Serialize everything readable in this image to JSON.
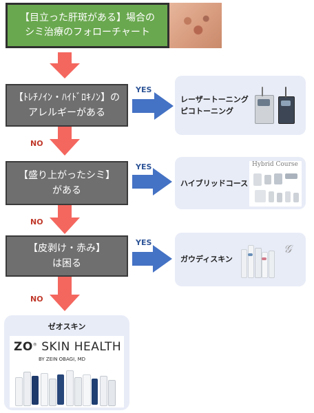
{
  "title": {
    "line1": "【目立った肝斑がある】場合の",
    "line2": "シミ治療のフォローチャート"
  },
  "questions": [
    {
      "line1": "【ﾄﾚﾁﾉｲﾝ・ﾊｲﾄﾞﾛｷﾉﾝ】の",
      "line2": "アレルギーがある"
    },
    {
      "line1": "【盛り上がったシミ】",
      "line2": "がある"
    },
    {
      "line1": "【皮剥け・赤み】",
      "line2": "は困る"
    }
  ],
  "yes_label": "YES",
  "no_label": "NO",
  "results": [
    {
      "line1": "レーザートーニング",
      "line2": "ピコトーニング"
    },
    {
      "line1": "ハイブリッドコース",
      "image_text": "Hybrid Course"
    },
    {
      "line1": "ガウディスキン"
    }
  ],
  "final": {
    "label": "ゼオスキン",
    "brand_zo": "ZO",
    "brand_rest": "SKIN HEALTH",
    "byline": "BY ZEIN OBAGI, MD"
  },
  "colors": {
    "title_bg": "#6aa84f",
    "question_bg": "#6f6f6f",
    "down_arrow": "#f4675f",
    "right_arrow": "#4472c4",
    "result_bg": "#e8ecf7"
  }
}
